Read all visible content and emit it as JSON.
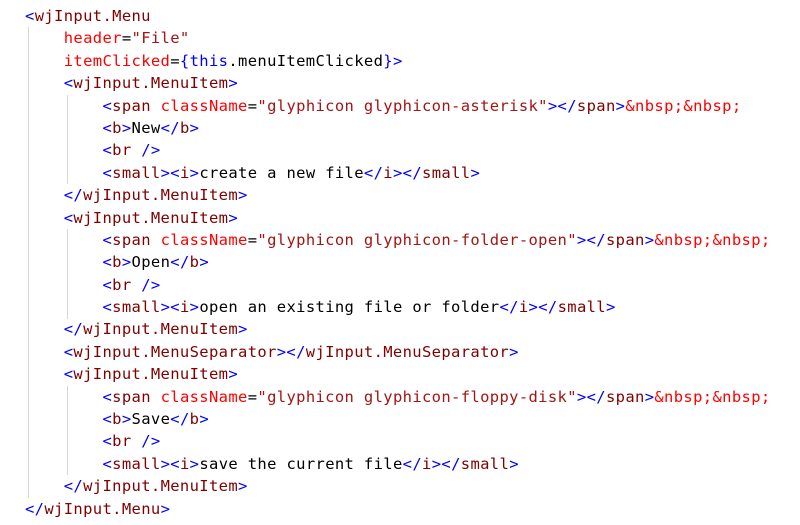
{
  "palette": {
    "background": "#ffffff",
    "punctuation": "#0000ff",
    "tag_name": "#800000",
    "attribute_name": "#ff0000",
    "string_value": "#a31515",
    "keyword": "#0000ff",
    "plain_text": "#000000",
    "html_entity": "#ff0000",
    "indent_guide": "#d7d7d7"
  },
  "editor": {
    "language": "jsx",
    "token_legend": "p=punctuation t=tag-name a=attribute-name o=operator s=string k=keyword x=plain-text e=entity w=whitespace",
    "lines": [
      {
        "tokens": [
          [
            "p",
            "<"
          ],
          [
            "t",
            "wjInput.Menu"
          ]
        ]
      },
      {
        "tokens": [
          [
            "w",
            "    "
          ],
          [
            "a",
            "header"
          ],
          [
            "o",
            "="
          ],
          [
            "s",
            "\"File\""
          ]
        ]
      },
      {
        "tokens": [
          [
            "w",
            "    "
          ],
          [
            "a",
            "itemClicked"
          ],
          [
            "o",
            "="
          ],
          [
            "p",
            "{"
          ],
          [
            "k",
            "this"
          ],
          [
            "x",
            ".menuItemClicked"
          ],
          [
            "p",
            "}>"
          ]
        ]
      },
      {
        "tokens": [
          [
            "w",
            "    "
          ],
          [
            "p",
            "<"
          ],
          [
            "t",
            "wjInput.MenuItem"
          ],
          [
            "p",
            ">"
          ]
        ]
      },
      {
        "tokens": [
          [
            "w",
            "        "
          ],
          [
            "p",
            "<"
          ],
          [
            "t",
            "span"
          ],
          [
            "w",
            " "
          ],
          [
            "a",
            "className"
          ],
          [
            "o",
            "="
          ],
          [
            "s",
            "\"glyphicon glyphicon-asterisk\""
          ],
          [
            "p",
            "></"
          ],
          [
            "t",
            "span"
          ],
          [
            "p",
            ">"
          ],
          [
            "e",
            "&nbsp;&nbsp;"
          ]
        ]
      },
      {
        "tokens": [
          [
            "w",
            "        "
          ],
          [
            "p",
            "<"
          ],
          [
            "t",
            "b"
          ],
          [
            "p",
            ">"
          ],
          [
            "x",
            "New"
          ],
          [
            "p",
            "</"
          ],
          [
            "t",
            "b"
          ],
          [
            "p",
            ">"
          ]
        ]
      },
      {
        "tokens": [
          [
            "w",
            "        "
          ],
          [
            "p",
            "<"
          ],
          [
            "t",
            "br"
          ],
          [
            "w",
            " "
          ],
          [
            "p",
            "/>"
          ]
        ]
      },
      {
        "tokens": [
          [
            "w",
            "        "
          ],
          [
            "p",
            "<"
          ],
          [
            "t",
            "small"
          ],
          [
            "p",
            "><"
          ],
          [
            "t",
            "i"
          ],
          [
            "p",
            ">"
          ],
          [
            "x",
            "create a new file"
          ],
          [
            "p",
            "</"
          ],
          [
            "t",
            "i"
          ],
          [
            "p",
            "></"
          ],
          [
            "t",
            "small"
          ],
          [
            "p",
            ">"
          ]
        ]
      },
      {
        "tokens": [
          [
            "w",
            "    "
          ],
          [
            "p",
            "</"
          ],
          [
            "t",
            "wjInput.MenuItem"
          ],
          [
            "p",
            ">"
          ]
        ]
      },
      {
        "tokens": [
          [
            "w",
            "    "
          ],
          [
            "p",
            "<"
          ],
          [
            "t",
            "wjInput.MenuItem"
          ],
          [
            "p",
            ">"
          ]
        ]
      },
      {
        "tokens": [
          [
            "w",
            "        "
          ],
          [
            "p",
            "<"
          ],
          [
            "t",
            "span"
          ],
          [
            "w",
            " "
          ],
          [
            "a",
            "className"
          ],
          [
            "o",
            "="
          ],
          [
            "s",
            "\"glyphicon glyphicon-folder-open\""
          ],
          [
            "p",
            "></"
          ],
          [
            "t",
            "span"
          ],
          [
            "p",
            ">"
          ],
          [
            "e",
            "&nbsp;&nbsp;"
          ]
        ]
      },
      {
        "tokens": [
          [
            "w",
            "        "
          ],
          [
            "p",
            "<"
          ],
          [
            "t",
            "b"
          ],
          [
            "p",
            ">"
          ],
          [
            "x",
            "Open"
          ],
          [
            "p",
            "</"
          ],
          [
            "t",
            "b"
          ],
          [
            "p",
            ">"
          ]
        ]
      },
      {
        "tokens": [
          [
            "w",
            "        "
          ],
          [
            "p",
            "<"
          ],
          [
            "t",
            "br"
          ],
          [
            "w",
            " "
          ],
          [
            "p",
            "/>"
          ]
        ]
      },
      {
        "tokens": [
          [
            "w",
            "        "
          ],
          [
            "p",
            "<"
          ],
          [
            "t",
            "small"
          ],
          [
            "p",
            "><"
          ],
          [
            "t",
            "i"
          ],
          [
            "p",
            ">"
          ],
          [
            "x",
            "open an existing file or folder"
          ],
          [
            "p",
            "</"
          ],
          [
            "t",
            "i"
          ],
          [
            "p",
            "></"
          ],
          [
            "t",
            "small"
          ],
          [
            "p",
            ">"
          ]
        ]
      },
      {
        "tokens": [
          [
            "w",
            "    "
          ],
          [
            "p",
            "</"
          ],
          [
            "t",
            "wjInput.MenuItem"
          ],
          [
            "p",
            ">"
          ]
        ]
      },
      {
        "tokens": [
          [
            "w",
            "    "
          ],
          [
            "p",
            "<"
          ],
          [
            "t",
            "wjInput.MenuSeparator"
          ],
          [
            "p",
            "></"
          ],
          [
            "t",
            "wjInput.MenuSeparator"
          ],
          [
            "p",
            ">"
          ]
        ]
      },
      {
        "tokens": [
          [
            "w",
            "    "
          ],
          [
            "p",
            "<"
          ],
          [
            "t",
            "wjInput.MenuItem"
          ],
          [
            "p",
            ">"
          ]
        ]
      },
      {
        "tokens": [
          [
            "w",
            "        "
          ],
          [
            "p",
            "<"
          ],
          [
            "t",
            "span"
          ],
          [
            "w",
            " "
          ],
          [
            "a",
            "className"
          ],
          [
            "o",
            "="
          ],
          [
            "s",
            "\"glyphicon glyphicon-floppy-disk\""
          ],
          [
            "p",
            "></"
          ],
          [
            "t",
            "span"
          ],
          [
            "p",
            ">"
          ],
          [
            "e",
            "&nbsp;&nbsp;"
          ]
        ]
      },
      {
        "tokens": [
          [
            "w",
            "        "
          ],
          [
            "p",
            "<"
          ],
          [
            "t",
            "b"
          ],
          [
            "p",
            ">"
          ],
          [
            "x",
            "Save"
          ],
          [
            "p",
            "</"
          ],
          [
            "t",
            "b"
          ],
          [
            "p",
            ">"
          ]
        ]
      },
      {
        "tokens": [
          [
            "w",
            "        "
          ],
          [
            "p",
            "<"
          ],
          [
            "t",
            "br"
          ],
          [
            "w",
            " "
          ],
          [
            "p",
            "/>"
          ]
        ]
      },
      {
        "tokens": [
          [
            "w",
            "        "
          ],
          [
            "p",
            "<"
          ],
          [
            "t",
            "small"
          ],
          [
            "p",
            "><"
          ],
          [
            "t",
            "i"
          ],
          [
            "p",
            ">"
          ],
          [
            "x",
            "save the current file"
          ],
          [
            "p",
            "</"
          ],
          [
            "t",
            "i"
          ],
          [
            "p",
            "></"
          ],
          [
            "t",
            "small"
          ],
          [
            "p",
            ">"
          ]
        ]
      },
      {
        "tokens": [
          [
            "w",
            "    "
          ],
          [
            "p",
            "</"
          ],
          [
            "t",
            "wjInput.MenuItem"
          ],
          [
            "p",
            ">"
          ]
        ]
      },
      {
        "tokens": [
          [
            "p",
            "</"
          ],
          [
            "t",
            "wjInput.Menu"
          ],
          [
            "p",
            ">"
          ]
        ]
      }
    ],
    "indent_guides": [
      {
        "level": 0,
        "from_line": 2,
        "to_line": 22
      },
      {
        "level": 1,
        "from_line": 5,
        "to_line": 8
      },
      {
        "level": 1,
        "from_line": 11,
        "to_line": 14
      },
      {
        "level": 1,
        "from_line": 18,
        "to_line": 21
      }
    ]
  }
}
